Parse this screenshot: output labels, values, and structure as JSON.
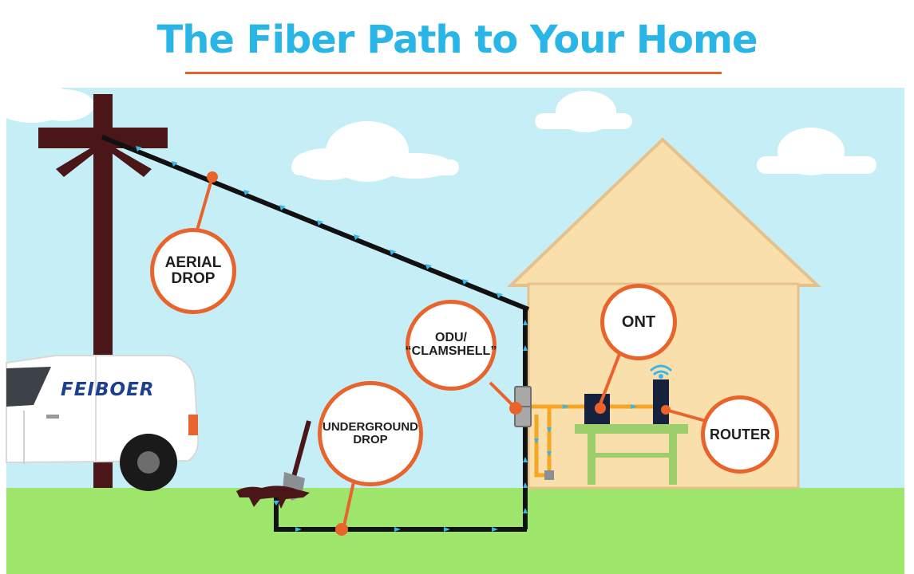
{
  "title": "The Fiber Path to Your Home",
  "brand": "FEIBOER",
  "callouts": {
    "aerial_drop": "AERIAL\nDROP",
    "odu": "ODU/\n“CLAMSHELL”",
    "underground_drop": "UNDERGROUND\nDROP",
    "ont": "ONT",
    "router": "ROUTER"
  },
  "colors": {
    "sky": "#c5eef7",
    "grass": "#9ee56b",
    "house": "#f9dfac",
    "house_outline": "#e6c28a",
    "pole": "#4a1618",
    "accent": "#e8642c",
    "title": "#29b6e6",
    "cable": "#111111",
    "fiber_arrow": "#3ab7e6",
    "inside_fiber": "#f5a623",
    "table": "#9ccf6c",
    "van": "#ffffff",
    "brand": "#1d3f8f"
  }
}
